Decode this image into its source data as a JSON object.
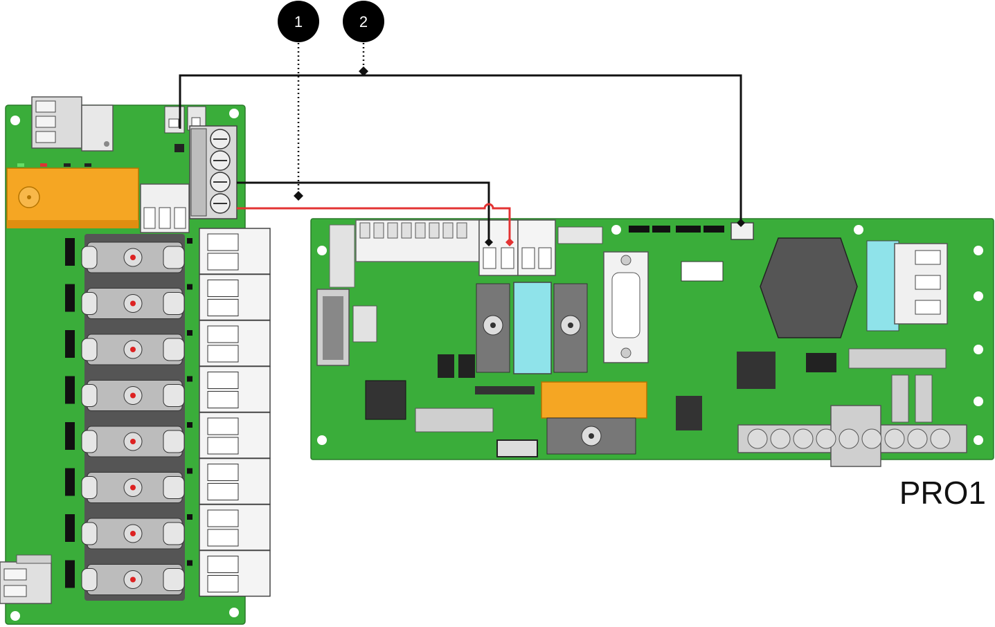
{
  "callouts": [
    {
      "label": "1"
    },
    {
      "label": "2"
    }
  ],
  "boards": {
    "right_board_label": "PRO1"
  },
  "colors": {
    "pcb_green": "#3aad3a",
    "pcb_edge": "#2a7a2a",
    "relay_orange": "#f5a623",
    "wire_black": "#111111",
    "wire_red": "#e33333",
    "connector_gray": "#cfcfcf",
    "connector_dark": "#555555",
    "capacitor_blue": "#8fe3ea",
    "callout_bg": "#000000"
  }
}
